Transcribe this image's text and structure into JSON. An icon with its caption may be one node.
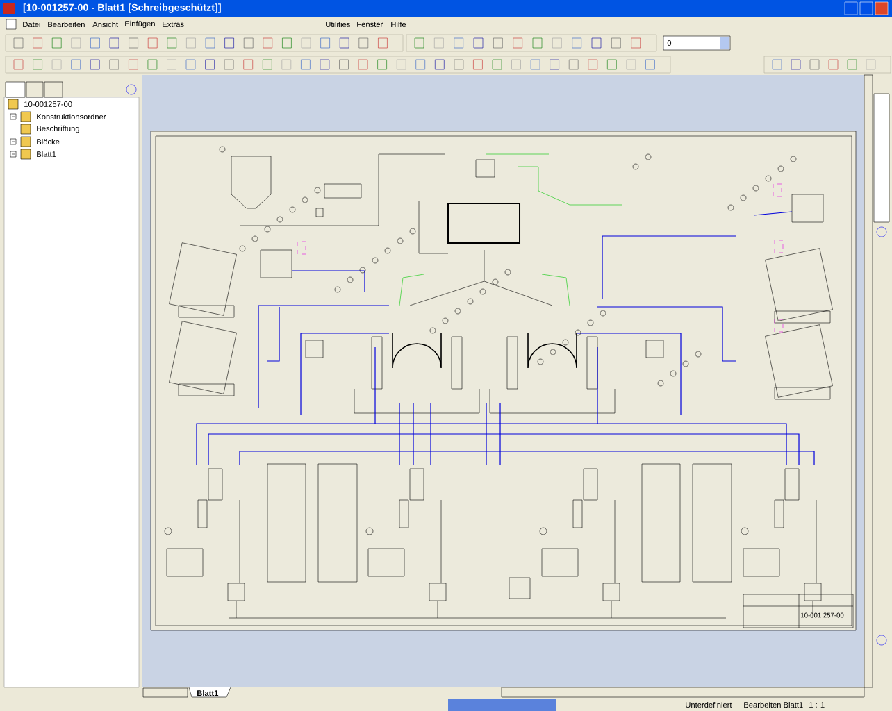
{
  "diagram": {
    "title": "[10-001257-00 - Blatt1 [Schreibgeschützt]]",
    "labels": [
      "Datei",
      "Bearbeiten",
      "Ansicht",
      "Einfügen",
      "Extras",
      "Utilities",
      "Fenster",
      "Hilfe",
      "0",
      "10-001257-00",
      "Konstruktionsordner",
      "Beschriftung",
      "Blöcke",
      "Blatt1",
      "Blatt1",
      "10-001 257-00",
      "Unterdefiniert",
      "Bearbeiten Blatt1",
      "1 : 1"
    ]
  }
}
